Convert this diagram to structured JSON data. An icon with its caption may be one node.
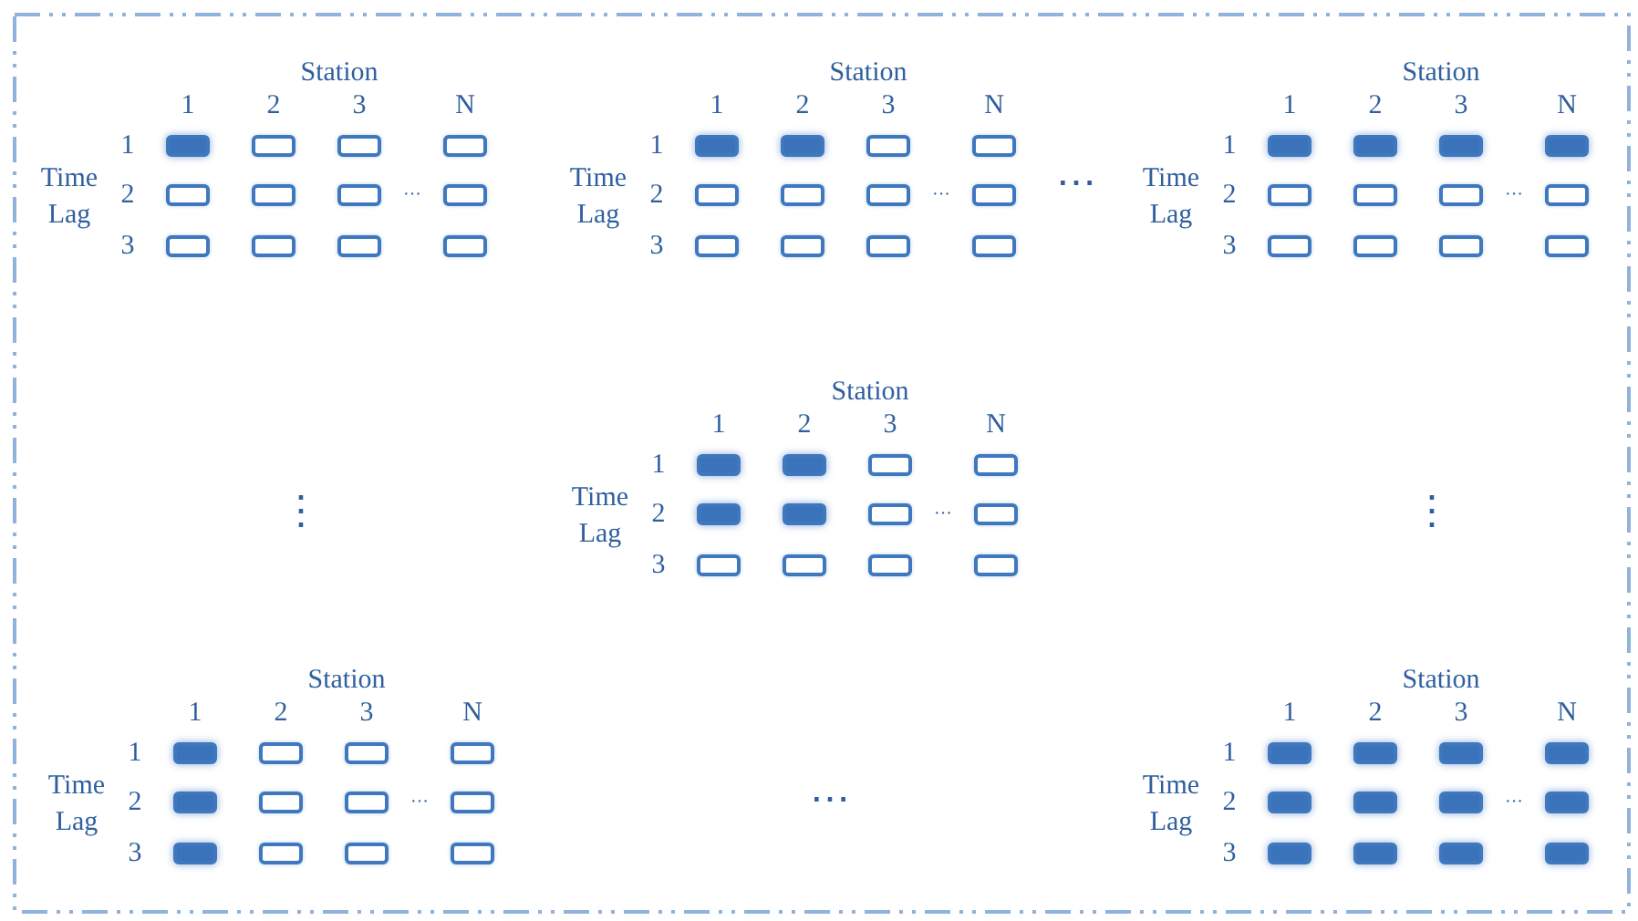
{
  "diagram": {
    "nodes": [
      {
        "text": [],
        "shape": "box"
      },
      {
        "text": [],
        "shape": "bar",
        "in": 0
      },
      {
        "text": [],
        "shape": "box",
        "in": 0
      },
      {
        "text": [],
        "shape": "box",
        "in": 0
      },
      {
        "text": [],
        "shape": "box",
        "in": 0
      },
      {
        "text": [],
        "shape": "box",
        "in": 0
      },
      {
        "text": [],
        "shape": "box",
        "in": 0
      },
      {
        "text": [],
        "shape": "box",
        "in": 0
      },
      {
        "text": [],
        "shape": "box",
        "in": 0
      },
      {
        "text": [],
        "shape": "box",
        "in": 0
      },
      {
        "text": [],
        "shape": "box",
        "in": 0
      },
      {
        "text": [],
        "shape": "box",
        "in": 0
      },
      {
        "text": [],
        "shape": "box",
        "in": 0
      },
      {
        "text": [],
        "shape": "bar",
        "in": 0
      },
      {
        "text": [],
        "shape": "bar",
        "in": 0
      },
      {
        "text": [],
        "shape": "box",
        "in": 0
      },
      {
        "text": [],
        "shape": "box",
        "in": 0
      },
      {
        "text": [],
        "shape": "box",
        "in": 0
      },
      {
        "text": [],
        "shape": "box",
        "in": 0
      },
      {
        "text": [],
        "shape": "box",
        "in": 0
      },
      {
        "text": [],
        "shape": "box",
        "in": 0
      },
      {
        "text": [],
        "shape": "box",
        "in": 0
      },
      {
        "text": [],
        "shape": "box",
        "in": 0
      },
      {
        "text": [],
        "shape": "box",
        "in": 0
      },
      {
        "text": [],
        "shape": "box",
        "in": 0
      },
      {
        "text": [],
        "shape": "bar",
        "in": 0
      },
      {
        "text": [],
        "shape": "bar",
        "in": 0
      },
      {
        "text": [],
        "shape": "bar",
        "in": 0
      },
      {
        "text": [],
        "shape": "bar",
        "in": 0
      },
      {
        "text": [],
        "shape": "box",
        "in": 0
      },
      {
        "text": [],
        "shape": "box",
        "in": 0
      },
      {
        "text": [],
        "shape": "box",
        "in": 0
      },
      {
        "text": [],
        "shape": "box",
        "in": 0
      },
      {
        "text": [],
        "shape": "box",
        "in": 0
      },
      {
        "text": [],
        "shape": "box",
        "in": 0
      },
      {
        "text": [],
        "shape": "box",
        "in": 0
      },
      {
        "text": [],
        "shape": "box",
        "in": 0
      },
      {
        "text": [],
        "shape": "bar",
        "in": 0
      },
      {
        "text": [],
        "shape": "bar",
        "in": 0
      },
      {
        "text": [],
        "shape": "box",
        "in": 0
      },
      {
        "text": [],
        "shape": "box",
        "in": 0
      },
      {
        "text": [],
        "shape": "bar",
        "in": 0
      },
      {
        "text": [],
        "shape": "bar",
        "in": 0
      },
      {
        "text": [],
        "shape": "box",
        "in": 0
      },
      {
        "text": [],
        "shape": "box",
        "in": 0
      },
      {
        "text": [],
        "shape": "box",
        "in": 0
      },
      {
        "text": [],
        "shape": "box",
        "in": 0
      },
      {
        "text": [],
        "shape": "box",
        "in": 0
      },
      {
        "text": [],
        "shape": "box",
        "in": 0
      },
      {
        "text": [],
        "shape": "bar",
        "in": 0
      },
      {
        "text": [],
        "shape": "box",
        "in": 0
      },
      {
        "text": [],
        "shape": "box",
        "in": 0
      },
      {
        "text": [],
        "shape": "box",
        "in": 0
      },
      {
        "text": [],
        "shape": "bar",
        "in": 0
      },
      {
        "text": [],
        "shape": "box",
        "in": 0
      },
      {
        "text": [],
        "shape": "box",
        "in": 0
      },
      {
        "text": [],
        "shape": "box",
        "in": 0
      },
      {
        "text": [],
        "shape": "bar",
        "in": 0
      },
      {
        "text": [],
        "shape": "box",
        "in": 0
      },
      {
        "text": [],
        "shape": "box",
        "in": 0
      },
      {
        "text": [],
        "shape": "box",
        "in": 0
      },
      {
        "text": [],
        "shape": "bar",
        "in": 0
      },
      {
        "text": [],
        "shape": "bar",
        "in": 0
      },
      {
        "text": [],
        "shape": "bar",
        "in": 0
      },
      {
        "text": [],
        "shape": "bar",
        "in": 0
      },
      {
        "text": [],
        "shape": "bar",
        "in": 0
      },
      {
        "text": [],
        "shape": "bar",
        "in": 0
      },
      {
        "text": [],
        "shape": "bar",
        "in": 0
      },
      {
        "text": [],
        "shape": "bar",
        "in": 0
      },
      {
        "text": [],
        "shape": "bar",
        "in": 0
      },
      {
        "text": [],
        "shape": "bar",
        "in": 0
      },
      {
        "text": [],
        "shape": "bar",
        "in": 0
      },
      {
        "text": [],
        "shape": "bar",
        "in": 0
      }
    ],
    "labels": [
      "Station",
      "1",
      "2",
      "3",
      "N",
      "1",
      "Time Lag",
      "2",
      "···",
      "3",
      "Station",
      "1",
      "2",
      "3",
      "N",
      "1",
      "Time Lag",
      "2",
      "···",
      "3",
      "⋯",
      "Station",
      "1",
      "2",
      "3",
      "N",
      "1",
      "Time Lag",
      "2",
      "···",
      "3",
      "⋮",
      "Station",
      "1",
      "2",
      "3",
      "N",
      "1",
      "Time Lag",
      "2",
      "···",
      "3",
      "⋮",
      "Station",
      "1",
      "2",
      "3",
      "N",
      "1",
      "Time Lag",
      "2",
      "···",
      "3",
      "⋯",
      "Station",
      "1",
      "2",
      "3",
      "N",
      "1",
      "Time Lag",
      "2",
      "···",
      "3"
    ]
  }
}
